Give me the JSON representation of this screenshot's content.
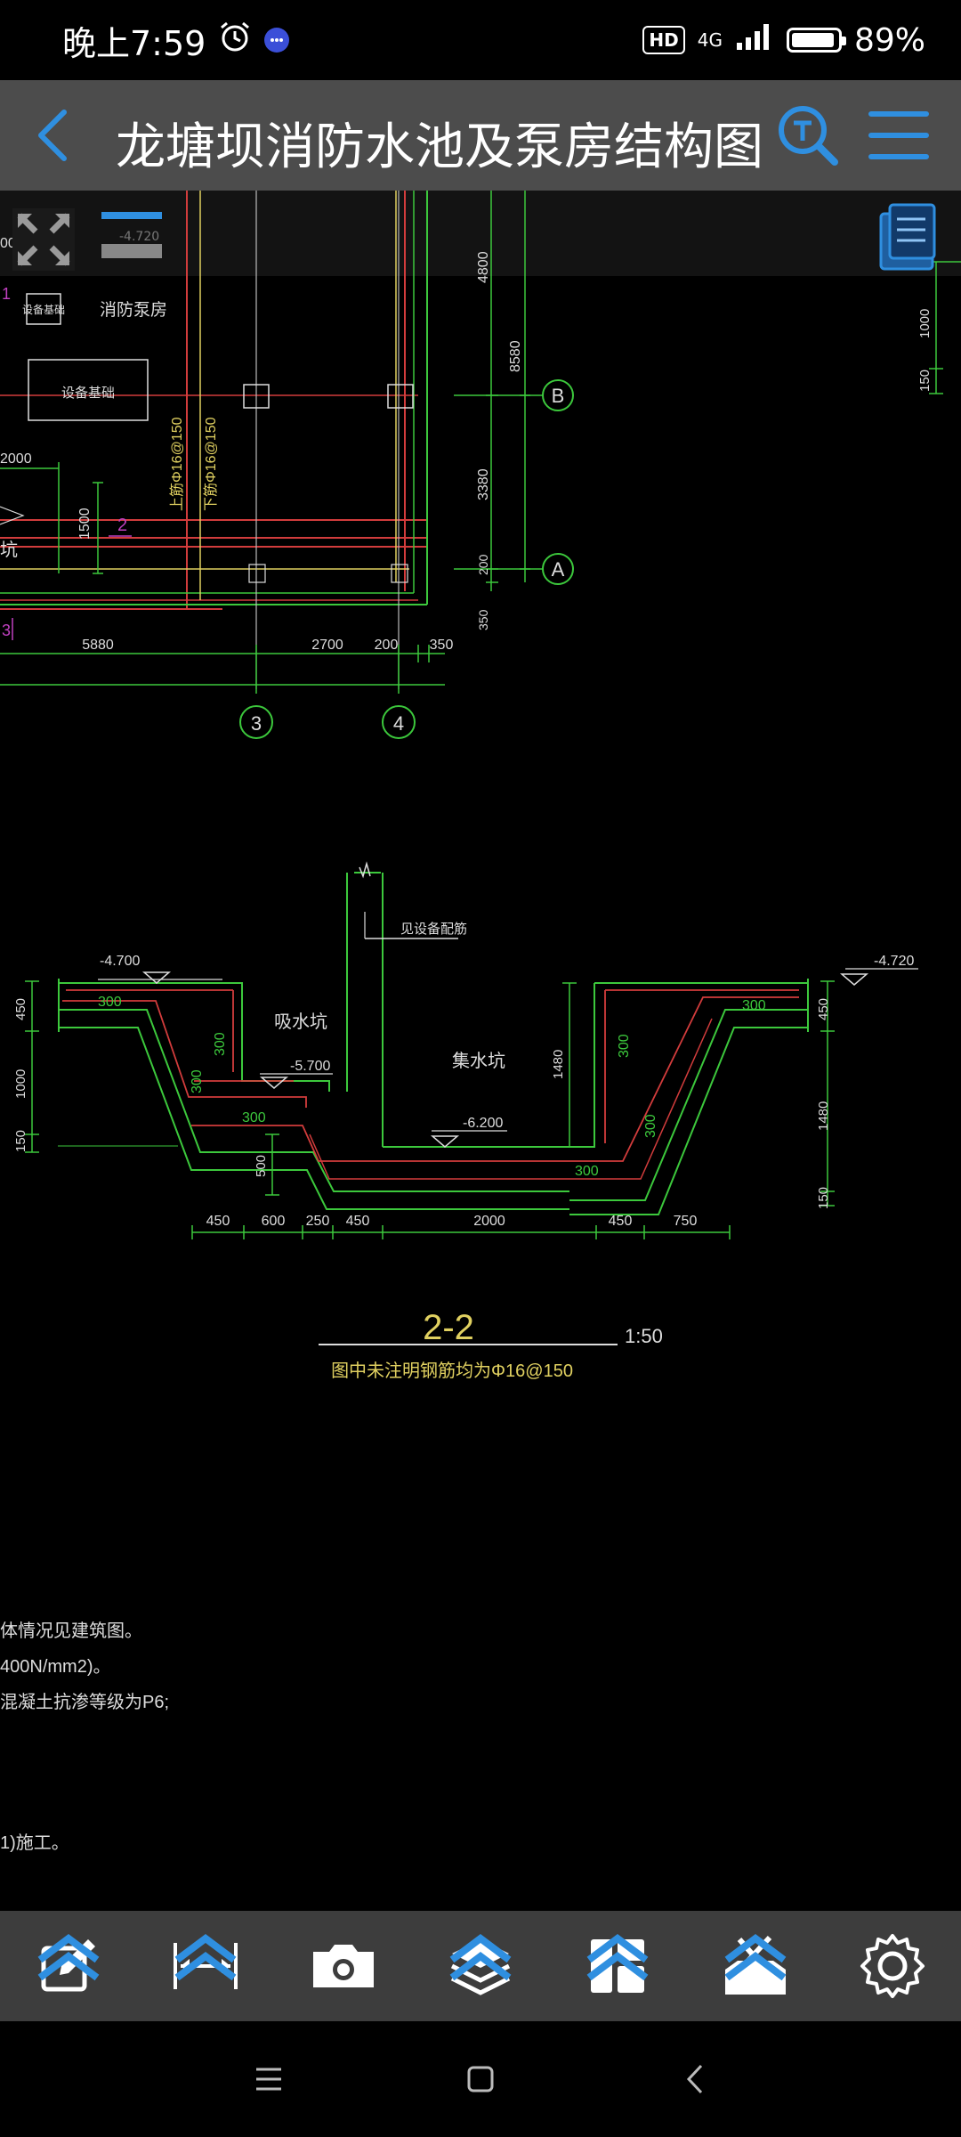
{
  "status": {
    "time": "晚上7:59",
    "network": "4G",
    "hd": "HD",
    "battery": "89%"
  },
  "header": {
    "title": "龙塘坝消防水池及泵房结构图"
  },
  "drawing": {
    "plan": {
      "tools_left_label": "-4.720",
      "room_equipment_top": "设备基础",
      "room_label": "消防泵房",
      "equipment_base": "设备基础",
      "rebar_top": "上筋Φ16@150",
      "rebar_bottom": "下筋Φ16@150",
      "dim_2000": "2000",
      "dim_1500": "1500",
      "mark_1": "1",
      "mark_2": "2",
      "mark_3": "3",
      "dim_v_4800": "4800",
      "dim_v_8580": "8580",
      "dim_v_3380": "3380",
      "dim_v_200": "200",
      "dim_v_350": "350",
      "axis_b": "B",
      "axis_a": "A",
      "dim_5880": "5880",
      "dim_2700": "2700",
      "dim_200": "200",
      "dim_350": "350",
      "axis_3": "3",
      "axis_4": "4",
      "pit_partial": "坑",
      "dim_right_1000": "1000",
      "dim_right_150": "150",
      "left_dim_300": "00"
    },
    "section": {
      "pipe_label": "见设备配筋",
      "elev_left": "-4.700",
      "elev_right": "-4.720",
      "elev_mid": "-5.700",
      "elev_low": "-6.200",
      "suction_pit": "吸水坑",
      "sump_pit": "集水坑",
      "dim_300": "300",
      "dim_450": "450",
      "dim_1000": "1000",
      "dim_150": "150",
      "dim_1480": "1480",
      "dim_500": "500",
      "bottom_dims": [
        "450",
        "600",
        "250",
        "450",
        "2000",
        "450",
        "750"
      ],
      "title": "2-2",
      "scale": "1:50",
      "note": "图中未注明钢筋均为Φ16@150"
    },
    "notes": {
      "line1": "体情况见建筑图。",
      "line2": "400N/mm2)。",
      "line3": "混凝土抗渗等级为P6;",
      "line4": "1)施工。"
    }
  },
  "toolbar": {
    "items": [
      "edit",
      "measure",
      "screenshot",
      "layers",
      "layout",
      "tools",
      "settings"
    ]
  },
  "colors": {
    "accent": "#2f8fe0",
    "green": "#3cc83c",
    "red": "#d23c3c",
    "yellow": "#e0d060",
    "white": "#ffffff"
  }
}
